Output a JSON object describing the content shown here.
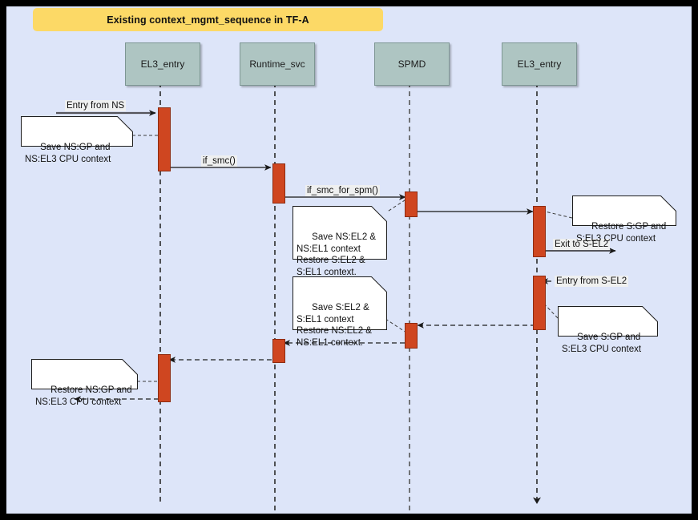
{
  "diagram": {
    "type": "uml-sequence-diagram",
    "title": "Existing context_mgmt_sequence in TF-A",
    "canvas_bg": "#dde5f9",
    "border_color": "#000000",
    "title_bg": "#fcd966",
    "lifeline_head_bg": "#aec5c2",
    "activation_bg": "#cf4620",
    "note_bg": "#ffffff"
  },
  "lifelines": [
    {
      "id": "el3_entry_left",
      "label": "EL3_entry"
    },
    {
      "id": "runtime_svc",
      "label": "Runtime_svc"
    },
    {
      "id": "spmd",
      "label": "SPMD"
    },
    {
      "id": "el3_entry_right",
      "label": "EL3_entry"
    }
  ],
  "messages": [
    {
      "id": "m1",
      "label": "Entry from NS",
      "kind": "solid-arrow",
      "direction": "right"
    },
    {
      "id": "m2",
      "label": "if_smc()",
      "kind": "solid-arrow",
      "direction": "right"
    },
    {
      "id": "m3",
      "label": "if_smc_for_spm()",
      "kind": "solid-arrow",
      "direction": "right"
    },
    {
      "id": "m4",
      "label": "Exit to S-EL2",
      "kind": "solid-arrow",
      "direction": "right"
    },
    {
      "id": "m5",
      "label": "Entry from S-EL2",
      "kind": "dashed-arrow",
      "direction": "left"
    }
  ],
  "notes": [
    {
      "id": "n1",
      "text": "Save NS:GP and\nNS:EL3 CPU context"
    },
    {
      "id": "n2",
      "text": "Save NS:EL2 &\nNS:EL1 context\nRestore S:EL2 &\nS:EL1 context."
    },
    {
      "id": "n3",
      "text": "Restore S:GP and\nS:EL3 CPU context"
    },
    {
      "id": "n4",
      "text": "Save S:EL2 &\nS:EL1 context\nRestore NS:EL2 &\nNS:EL1 context."
    },
    {
      "id": "n5",
      "text": "Save S:GP and\nS:EL3 CPU context"
    },
    {
      "id": "n6",
      "text": "Restore NS:GP and\nNS:EL3 CPU context"
    }
  ]
}
